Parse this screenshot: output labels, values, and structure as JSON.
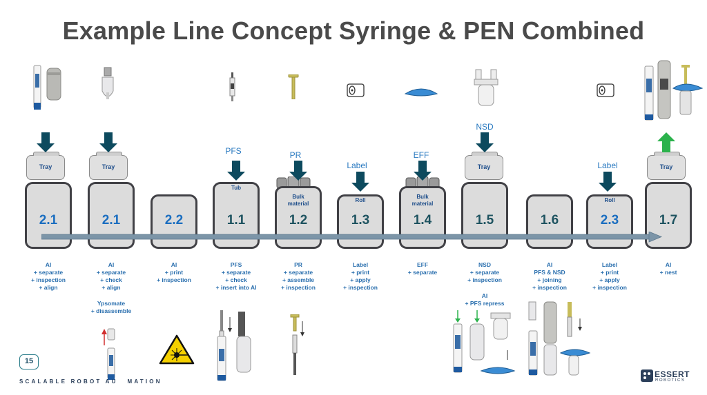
{
  "title": "Example Line Concept Syringe & PEN Combined",
  "footer": {
    "page_number": "15",
    "tagline_a": "SCALABLE ROBOT AU",
    "tagline_b": "MATION",
    "logo_name": "ESSERT",
    "logo_sub": "ROBOTICS"
  },
  "tray_label": "Tray",
  "stations": [
    {
      "number": "2.1",
      "input_title": "",
      "top_label": "",
      "desc": "AI\n+ separate\n+ inspection\n+ align",
      "extra": ""
    },
    {
      "number": "2.1",
      "input_title": "",
      "top_label": "",
      "desc": "AI\n+ separate\n+ check\n+ align",
      "extra": "Ypsomate\n+ disassemble"
    },
    {
      "number": "2.2",
      "input_title": "",
      "top_label": "",
      "desc": "AI\n+ print\n+ inspection",
      "extra": ""
    },
    {
      "number": "1.1",
      "input_title": "PFS",
      "top_label": "Tub",
      "desc": "PFS\n+ separate\n+ check\n+ insert into AI",
      "extra": ""
    },
    {
      "number": "1.2",
      "input_title": "PR",
      "top_label": "Bulk\nmaterial",
      "desc": "PR\n+ separate\n+ assemble\n+ inspection",
      "extra": ""
    },
    {
      "number": "1.3",
      "input_title": "Label",
      "top_label": "Roll",
      "desc": "Label\n+ print\n+ apply\n+ inspection",
      "extra": ""
    },
    {
      "number": "1.4",
      "input_title": "EFF",
      "top_label": "Bulk\nmaterial",
      "desc": "EFF\n+ separate",
      "extra": ""
    },
    {
      "number": "1.5",
      "input_title": "NSD",
      "top_label": "",
      "desc": "NSD\n+ separate\n+ inspection",
      "extra": "AI\n+ PFS repress"
    },
    {
      "number": "1.6",
      "input_title": "",
      "top_label": "",
      "desc": "AI\nPFS & NSD\n+ joining\n+ inspection",
      "extra": ""
    },
    {
      "number": "2.3",
      "input_title": "Label",
      "top_label": "Roll",
      "desc": "Label\n+ print\n+ apply\n+ inspection",
      "extra": ""
    },
    {
      "number": "1.7",
      "input_title": "",
      "top_label": "",
      "desc": "AI\n+ nest",
      "extra": ""
    }
  ],
  "colors": {
    "title": "#4a4a4a",
    "station_body": "#414146",
    "station_fill": "#dcdcdc",
    "num_blue": "#1b6ec0",
    "num_green": "#1e5360",
    "arrow_down": "#0d4a5e",
    "arrow_up": "#2bb24c",
    "flow_arrow": "#7c95a8",
    "desc_text": "#2a6fae"
  }
}
